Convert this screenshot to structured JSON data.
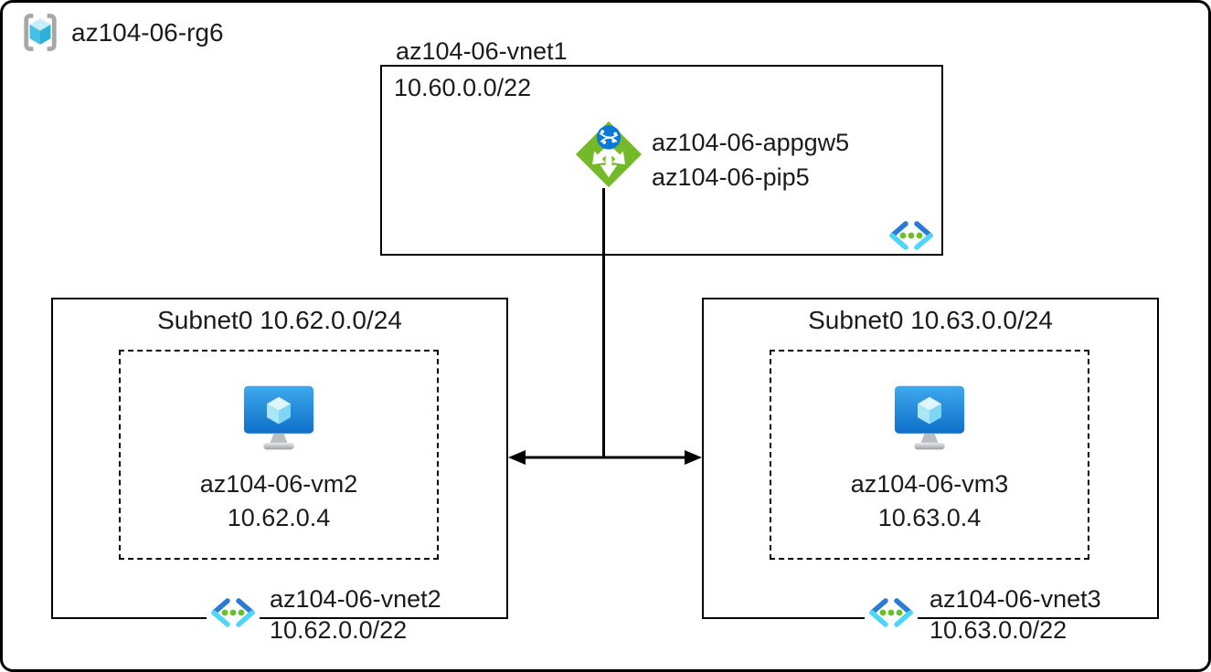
{
  "resource_group": {
    "label": "az104-06-rg6"
  },
  "vnet1": {
    "title": "az104-06-vnet1",
    "cidr": "10.60.0.0/22",
    "appgw_label": "az104-06-appgw5",
    "pip_label": "az104-06-pip5"
  },
  "vnet2": {
    "subnet_label": "Subnet0 10.62.0.0/24",
    "vm_name": "az104-06-vm2",
    "vm_ip": "10.62.0.4",
    "name": "az104-06-vnet2",
    "cidr": "10.62.0.0/22"
  },
  "vnet3": {
    "subnet_label": "Subnet0 10.63.0.0/24",
    "vm_name": "az104-06-vm3",
    "vm_ip": "10.63.0.4",
    "name": "az104-06-vnet3",
    "cidr": "10.63.0.0/22"
  },
  "icons": {
    "resource_group": "resource-group-icon",
    "virtual_network": "virtual-network-icon",
    "application_gateway": "application-gateway-icon",
    "virtual_machine": "virtual-machine-icon",
    "peering": "double-arrow-icon"
  },
  "colors": {
    "gateway_green": "#74b928",
    "globe_blue": "#0b79d6",
    "vnet_bracket_blue": "#2a7bd6",
    "vnet_bracket_cyan": "#4fd5f7",
    "vnet_dot_green": "#6abf27",
    "vm_screen_blue_top": "#3fa9ee",
    "vm_screen_blue_bottom": "#0e6fc8",
    "cube_cyan_light": "#c9eefb",
    "cube_cyan_mid": "#45c1e8",
    "cube_cyan_dark": "#2fb0d9",
    "bracket_gray": "#a7a7a7",
    "line_black": "#000000"
  }
}
